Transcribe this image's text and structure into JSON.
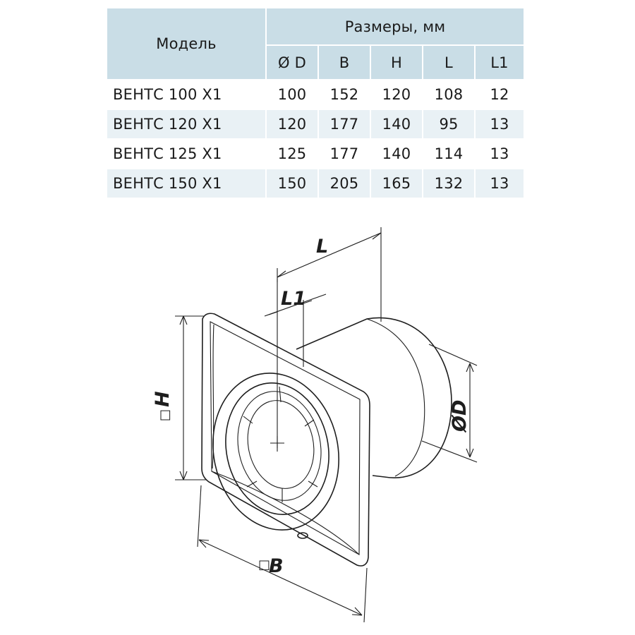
{
  "table": {
    "model_header": "Модель",
    "dimensions_header": "Размеры, мм",
    "columns": [
      "Ø D",
      "B",
      "H",
      "L",
      "L1"
    ],
    "rows": [
      {
        "model": "ВЕНТС 100 Х1",
        "values": [
          "100",
          "152",
          "120",
          "108",
          "12"
        ]
      },
      {
        "model": "ВЕНТС 120 Х1",
        "values": [
          "120",
          "177",
          "140",
          "95",
          "13"
        ]
      },
      {
        "model": "ВЕНТС 125 Х1",
        "values": [
          "125",
          "177",
          "140",
          "114",
          "13"
        ]
      },
      {
        "model": "ВЕНТС 150 Х1",
        "values": [
          "150",
          "205",
          "165",
          "132",
          "13"
        ]
      }
    ]
  },
  "drawing": {
    "label_L": "L",
    "label_L1": "L1",
    "label_H": "H",
    "label_D": "ØD",
    "label_B": "B",
    "square_symbol": "□"
  },
  "colors": {
    "header_bg": "#c9dde6",
    "alt_row_bg": "#e9f1f5"
  }
}
